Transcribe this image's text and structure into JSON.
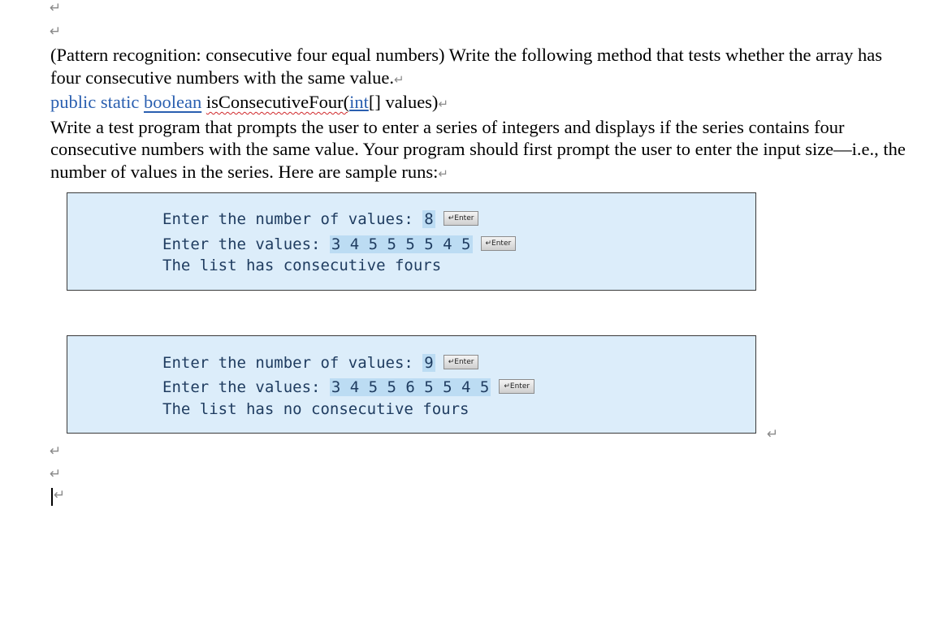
{
  "paragraph_mark": "↵",
  "intro": {
    "title_line": "(Pattern recognition: consecutive four equal numbers) Write the following method that tests whether the array has four consecutive numbers with the same value.",
    "sig_prefix": "public static ",
    "sig_boolean": "boolean",
    "sig_method": "isConsecutiveFour(",
    "sig_int": "int",
    "sig_suffix": "[] values)",
    "description": "Write a test program that prompts the user to enter a series of integers and displays if the series contains four consecutive numbers with the same value. Your program should first prompt the user to enter the input size—i.e., the number of values in the series. Here are sample runs:"
  },
  "enter_key_label": "↵Enter",
  "sample_runs": [
    {
      "prompt_count": "Enter the number of values: ",
      "count_value": "8",
      "prompt_values": "Enter the values: ",
      "values_input": "3 4 5 5 5 5 4 5",
      "result": "The list has consecutive fours"
    },
    {
      "prompt_count": "Enter the number of values: ",
      "count_value": "9",
      "prompt_values": "Enter the values: ",
      "values_input": "3 4 5 5 6 5 5 4 5",
      "result": "The list has no consecutive fours"
    }
  ]
}
